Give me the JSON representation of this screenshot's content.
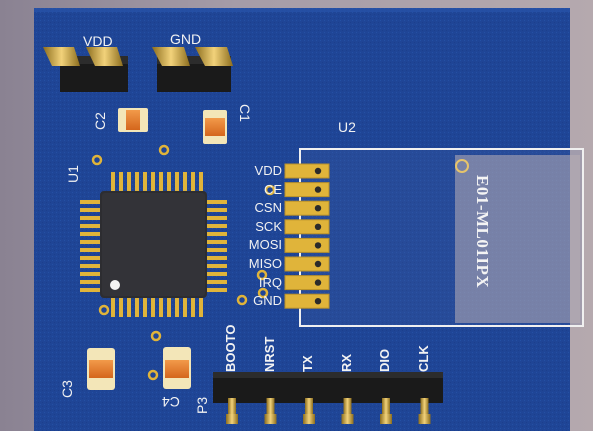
{
  "board": {
    "header_vdd_label": "VDD",
    "header_gnd_label": "GND",
    "c1_label": "C1",
    "c2_label": "C2",
    "c3_label": "C3",
    "c4_label": "C4",
    "u1_label": "U1",
    "u2_label": "U2",
    "p3_label": "P3"
  },
  "u2_pins": [
    "VDD",
    "CE",
    "CSN",
    "SCK",
    "MOSI",
    "MISO",
    "IRQ",
    "GND"
  ],
  "p3_pins": [
    "BOOTO",
    "NRST",
    "TX",
    "RX",
    "DIO",
    "CLK"
  ],
  "module": {
    "part_number": "E01-ML01IPX"
  },
  "colors": {
    "pcb": "#1f4596",
    "silkscreen": "#f2f2f2",
    "pad_gold": "#e0b43a",
    "ic_body": "#2d2d31",
    "capacitor": "#e8782a",
    "background": "#a59ca8"
  },
  "icons": {
    "header_pins": "header-pin-icon",
    "ic": "qfp-ic-icon",
    "capacitor": "smd-capacitor-icon",
    "via": "via-icon"
  }
}
